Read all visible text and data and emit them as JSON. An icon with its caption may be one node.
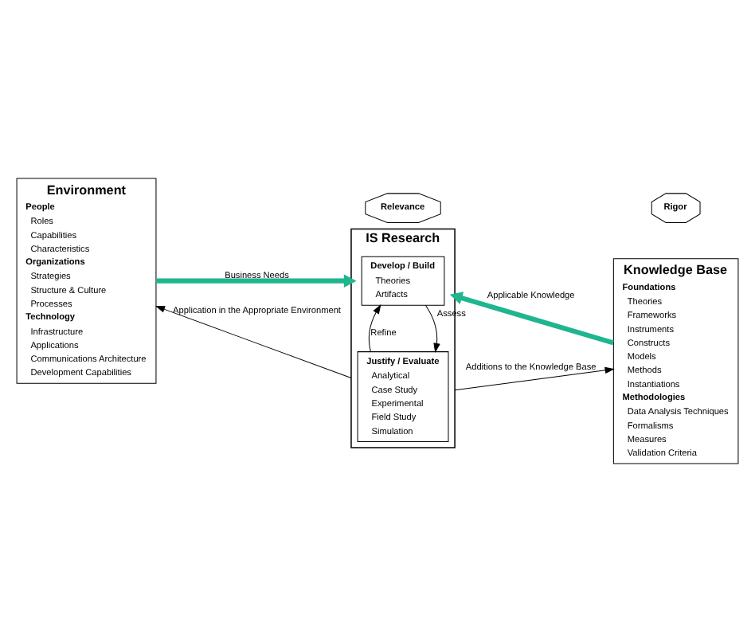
{
  "diagram": {
    "nodes": [
      {
        "text": [
          "Environment",
          "People",
          "Roles",
          "Capabilities",
          "Characteristics",
          "Organizations",
          "Strategies",
          "Structure & Culture",
          "Processes",
          "Technology",
          "Infrastructure",
          "Applications",
          "Communications Architecture",
          "Development Capabilities"
        ]
      },
      {
        "text": [
          "Relevance"
        ]
      },
      {
        "text": [
          "IS Research"
        ]
      },
      {
        "text": [
          "Develop / Build",
          "Theories",
          "Artifacts"
        ],
        "in": 2
      },
      {
        "text": [
          "Justify / Evaluate",
          "Analytical",
          "Case Study",
          "Experimental",
          "Field Study",
          "Simulation"
        ],
        "in": 2
      },
      {
        "text": [
          "Rigor"
        ]
      },
      {
        "text": [
          "Knowledge Base",
          "Foundations",
          "Theories",
          "Frameworks",
          "Instruments",
          "Constructs",
          "Models",
          "Methods",
          "Instantiations",
          "Methodologies",
          "Data Analysis Techniques",
          "Formalisms",
          "Measures",
          "Validation Criteria"
        ]
      }
    ],
    "edges": [
      {
        "from": 0,
        "to": 2,
        "arrow": "to",
        "label": "Business Needs",
        "style": "thick",
        "color": "#1fb58f"
      },
      {
        "from": 6,
        "to": 2,
        "arrow": "to",
        "label": "Applicable Knowledge",
        "style": "thick",
        "color": "#1fb58f"
      },
      {
        "from": 3,
        "to": 4,
        "arrow": "to",
        "label": "Assess"
      },
      {
        "from": 4,
        "to": 3,
        "arrow": "to",
        "label": "Refine"
      },
      {
        "from": 2,
        "to": 0,
        "arrow": "to",
        "label": "Application in the Appropriate Environment"
      },
      {
        "from": 2,
        "to": 6,
        "arrow": "to",
        "label": "Additions to the Knowledge Base"
      }
    ]
  }
}
